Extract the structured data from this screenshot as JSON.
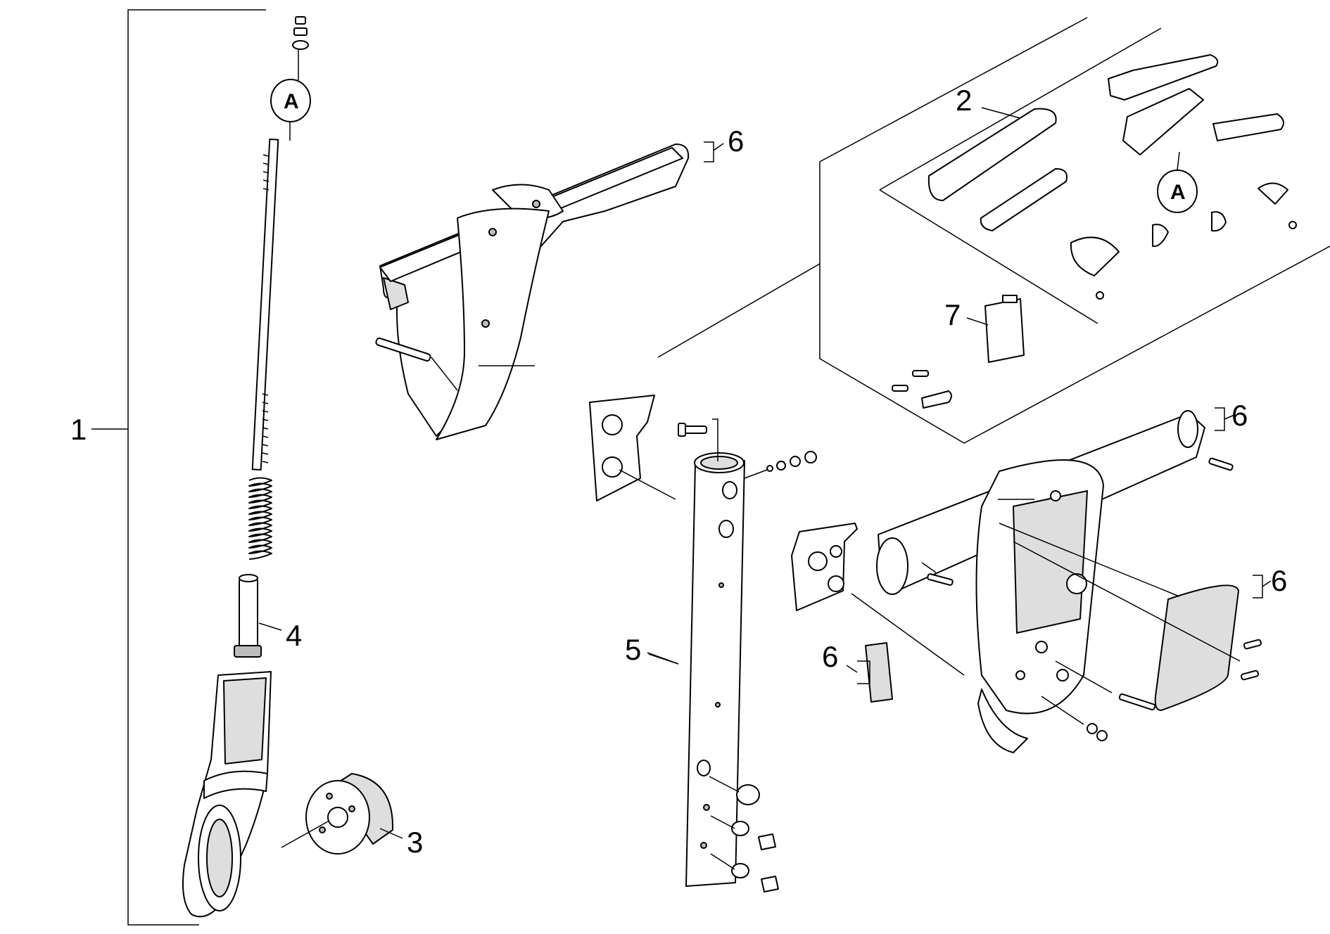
{
  "diagram": {
    "callouts": {
      "c1": "1",
      "c2": "2",
      "c3": "3",
      "c4": "4",
      "c5": "5",
      "c6a": "6",
      "c6b": "6",
      "c6c": "6",
      "c6d": "6",
      "c7": "7"
    },
    "detail_markers": {
      "a1": "A",
      "a2": "A"
    }
  }
}
